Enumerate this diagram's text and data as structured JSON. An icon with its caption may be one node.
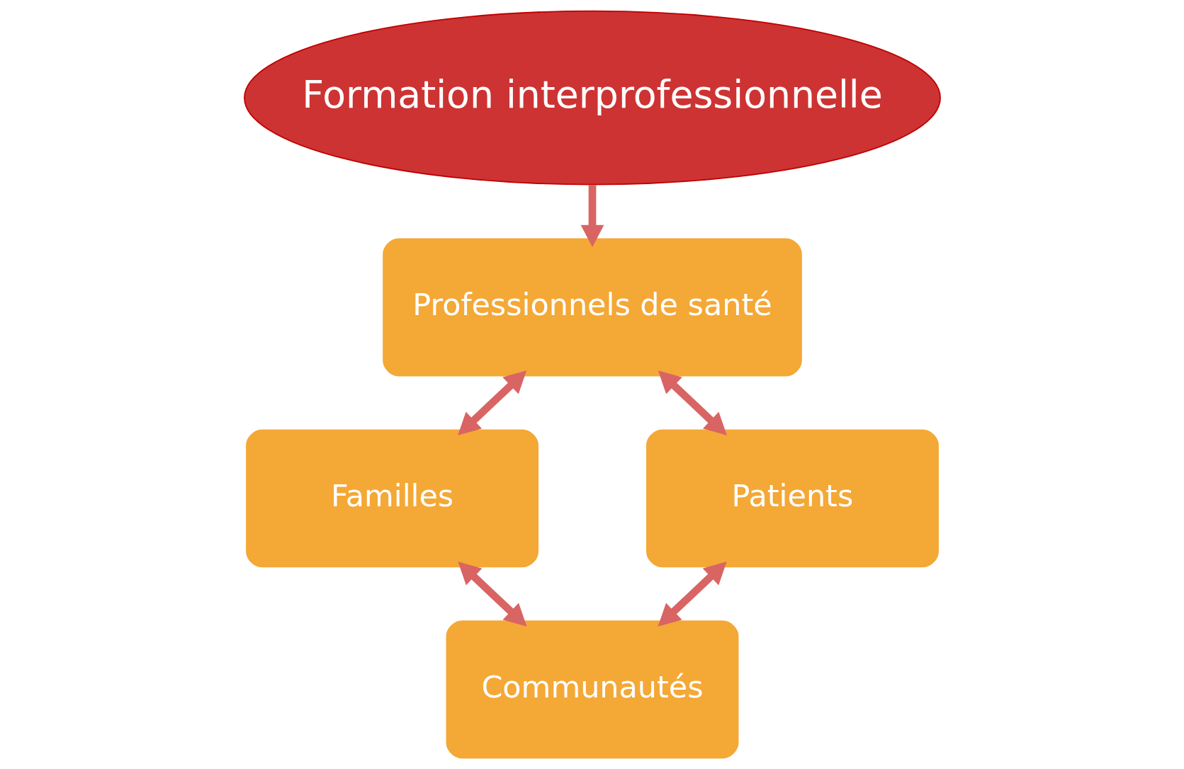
{
  "diagram": {
    "nodes": [
      {
        "text": [
          "Formation interprofessionnelle"
        ]
      },
      {
        "text": [
          "Professionnels de santé"
        ]
      },
      {
        "text": [
          "Familles"
        ]
      },
      {
        "text": [
          "Patients"
        ]
      },
      {
        "text": [
          "Communautés"
        ]
      }
    ],
    "edges": [
      {
        "from": 0,
        "to": 1,
        "arrow": "to"
      },
      {
        "from": 1,
        "to": 2,
        "arrow": "both"
      },
      {
        "from": 1,
        "to": 3,
        "arrow": "both"
      },
      {
        "from": 2,
        "to": 4,
        "arrow": "both"
      },
      {
        "from": 3,
        "to": 4,
        "arrow": "both"
      }
    ]
  }
}
